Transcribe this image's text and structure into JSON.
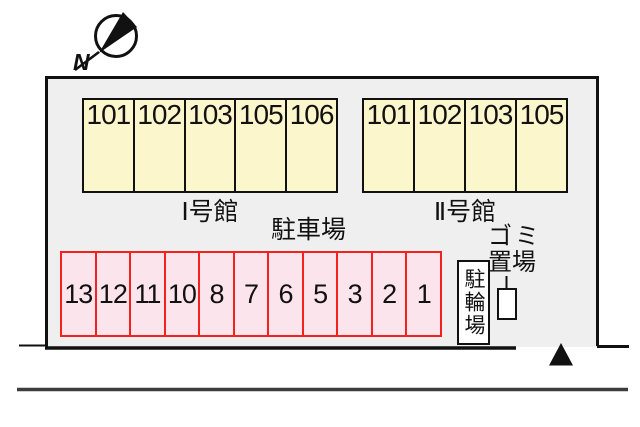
{
  "compass": {
    "label": "N"
  },
  "site": {
    "building1": {
      "label": "Ⅰ号館",
      "rooms": [
        "101",
        "102",
        "103",
        "105",
        "106"
      ]
    },
    "building2": {
      "label": "Ⅱ号館",
      "rooms": [
        "101",
        "102",
        "103",
        "105"
      ]
    },
    "parking": {
      "label": "駐車場",
      "spaces": [
        "13",
        "12",
        "11",
        "10",
        "8",
        "7",
        "6",
        "5",
        "3",
        "2",
        "1"
      ]
    },
    "bicycle": {
      "label": "駐輪場"
    },
    "garbage": {
      "line1": "ゴミ",
      "line2": "置場"
    }
  },
  "colors": {
    "site_fill": "#efefef",
    "building_fill": "#fbf6cc",
    "building_border": "#111111",
    "parking_fill": "#fce4ec",
    "parking_border": "#f2231f",
    "outline": "#111111",
    "road": "#3c3c3c",
    "entrance_marker": "#111111"
  }
}
